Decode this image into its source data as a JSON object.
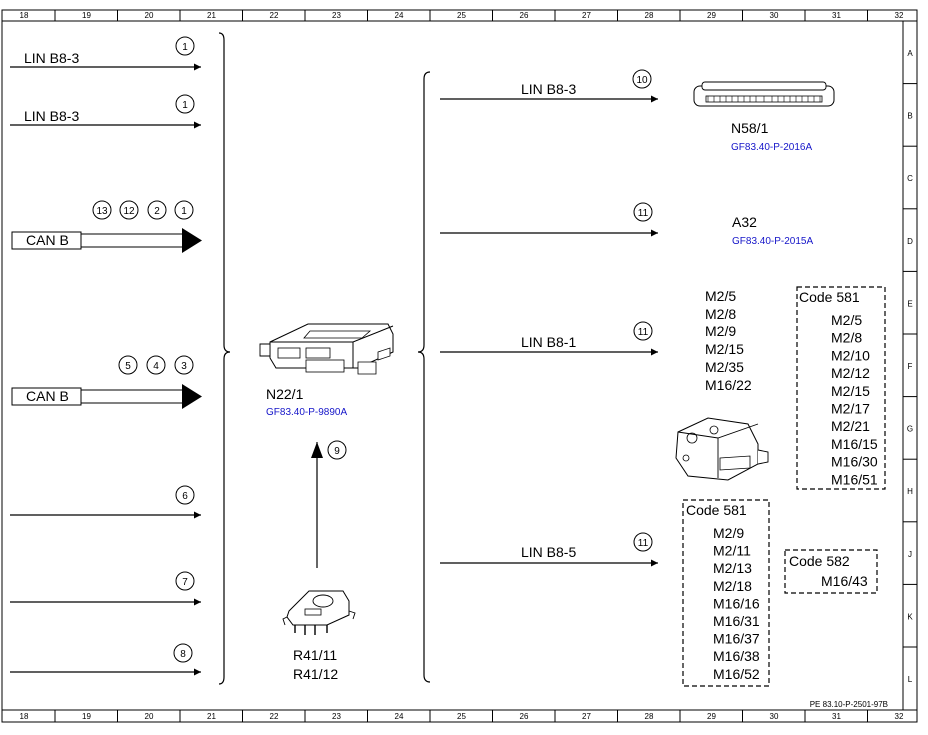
{
  "ruler": {
    "columns": [
      "18",
      "19",
      "20",
      "21",
      "22",
      "23",
      "24",
      "25",
      "26",
      "27",
      "28",
      "29",
      "30",
      "31",
      "32"
    ],
    "rows": [
      "A",
      "B",
      "C",
      "D",
      "E",
      "F",
      "G",
      "H",
      "J",
      "K",
      "L"
    ]
  },
  "left_signals": [
    {
      "label": "LIN B8-3",
      "refs": [
        "1"
      ]
    },
    {
      "label": "LIN B8-3",
      "refs": [
        "1"
      ]
    },
    {
      "label": "CAN B",
      "refs": [
        "13",
        "12",
        "2",
        "1"
      ]
    },
    {
      "label": "CAN B",
      "refs": [
        "5",
        "4",
        "3"
      ]
    },
    {
      "label": "",
      "refs": [
        "6"
      ]
    },
    {
      "label": "",
      "refs": [
        "7"
      ]
    },
    {
      "label": "",
      "refs": [
        "8"
      ]
    }
  ],
  "center_unit": {
    "name": "N22/1",
    "ref": "GF83.40-P-9890A"
  },
  "sensor_link": {
    "ref": "9"
  },
  "sensors": {
    "name1": "R41/11",
    "name2": "R41/12"
  },
  "right_signals": [
    {
      "label": "LIN B8-3",
      "ref": "10"
    },
    {
      "label": "",
      "ref": "11"
    },
    {
      "label": "LIN B8-1",
      "ref": "11"
    },
    {
      "label": "LIN B8-5",
      "ref": "11"
    }
  ],
  "n58": {
    "name": "N58/1",
    "ref": "GF83.40-P-2016A"
  },
  "a32": {
    "name": "A32",
    "ref": "GF83.40-P-2015A"
  },
  "motors_main": [
    "M2/5",
    "M2/8",
    "M2/9",
    "M2/15",
    "M2/35",
    "M16/22"
  ],
  "code581_top": {
    "title": "Code 581",
    "items": [
      "M2/5",
      "M2/8",
      "M2/10",
      "M2/12",
      "M2/15",
      "M2/17",
      "M2/21",
      "M16/15",
      "M16/30",
      "M16/51"
    ]
  },
  "code581_bottom": {
    "title": "Code 581",
    "items": [
      "M2/9",
      "M2/11",
      "M2/13",
      "M2/18",
      "M16/16",
      "M16/31",
      "M16/37",
      "M16/38",
      "M16/52"
    ]
  },
  "code582": {
    "title": "Code 582",
    "items": [
      "M16/43"
    ]
  },
  "doc_id": "PE 83.10-P-2501-97B"
}
